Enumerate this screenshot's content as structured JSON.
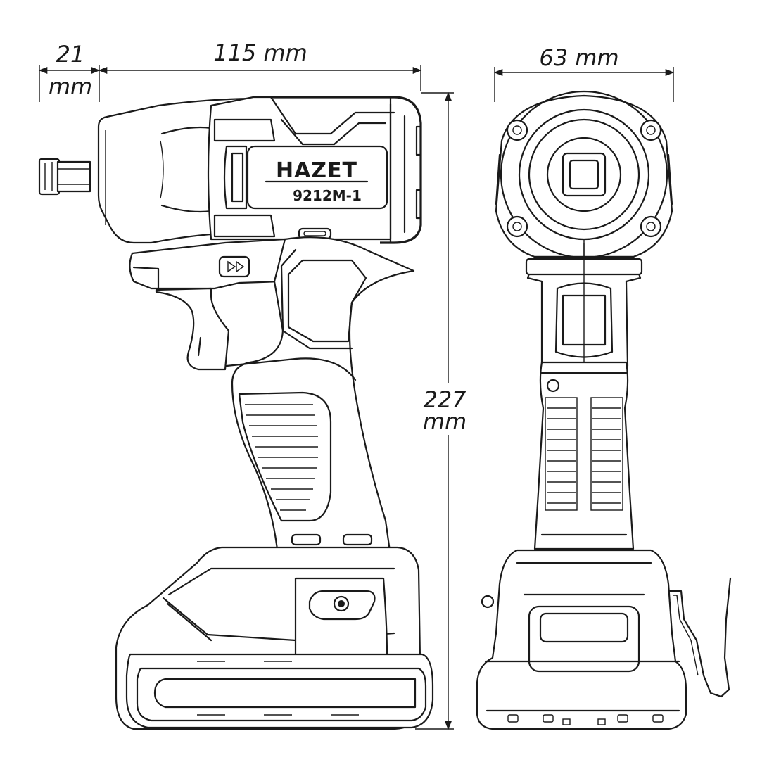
{
  "dimensions": {
    "nose_length": {
      "value": "21",
      "unit": "mm"
    },
    "body_length": {
      "label": "115 mm"
    },
    "width": {
      "label": "63 mm"
    },
    "height": {
      "value": "227",
      "unit": "mm"
    }
  },
  "tool": {
    "brand": "HAZET",
    "model": "9212M-1"
  },
  "colors": {
    "line": "#1a1a1a",
    "background": "#ffffff"
  }
}
